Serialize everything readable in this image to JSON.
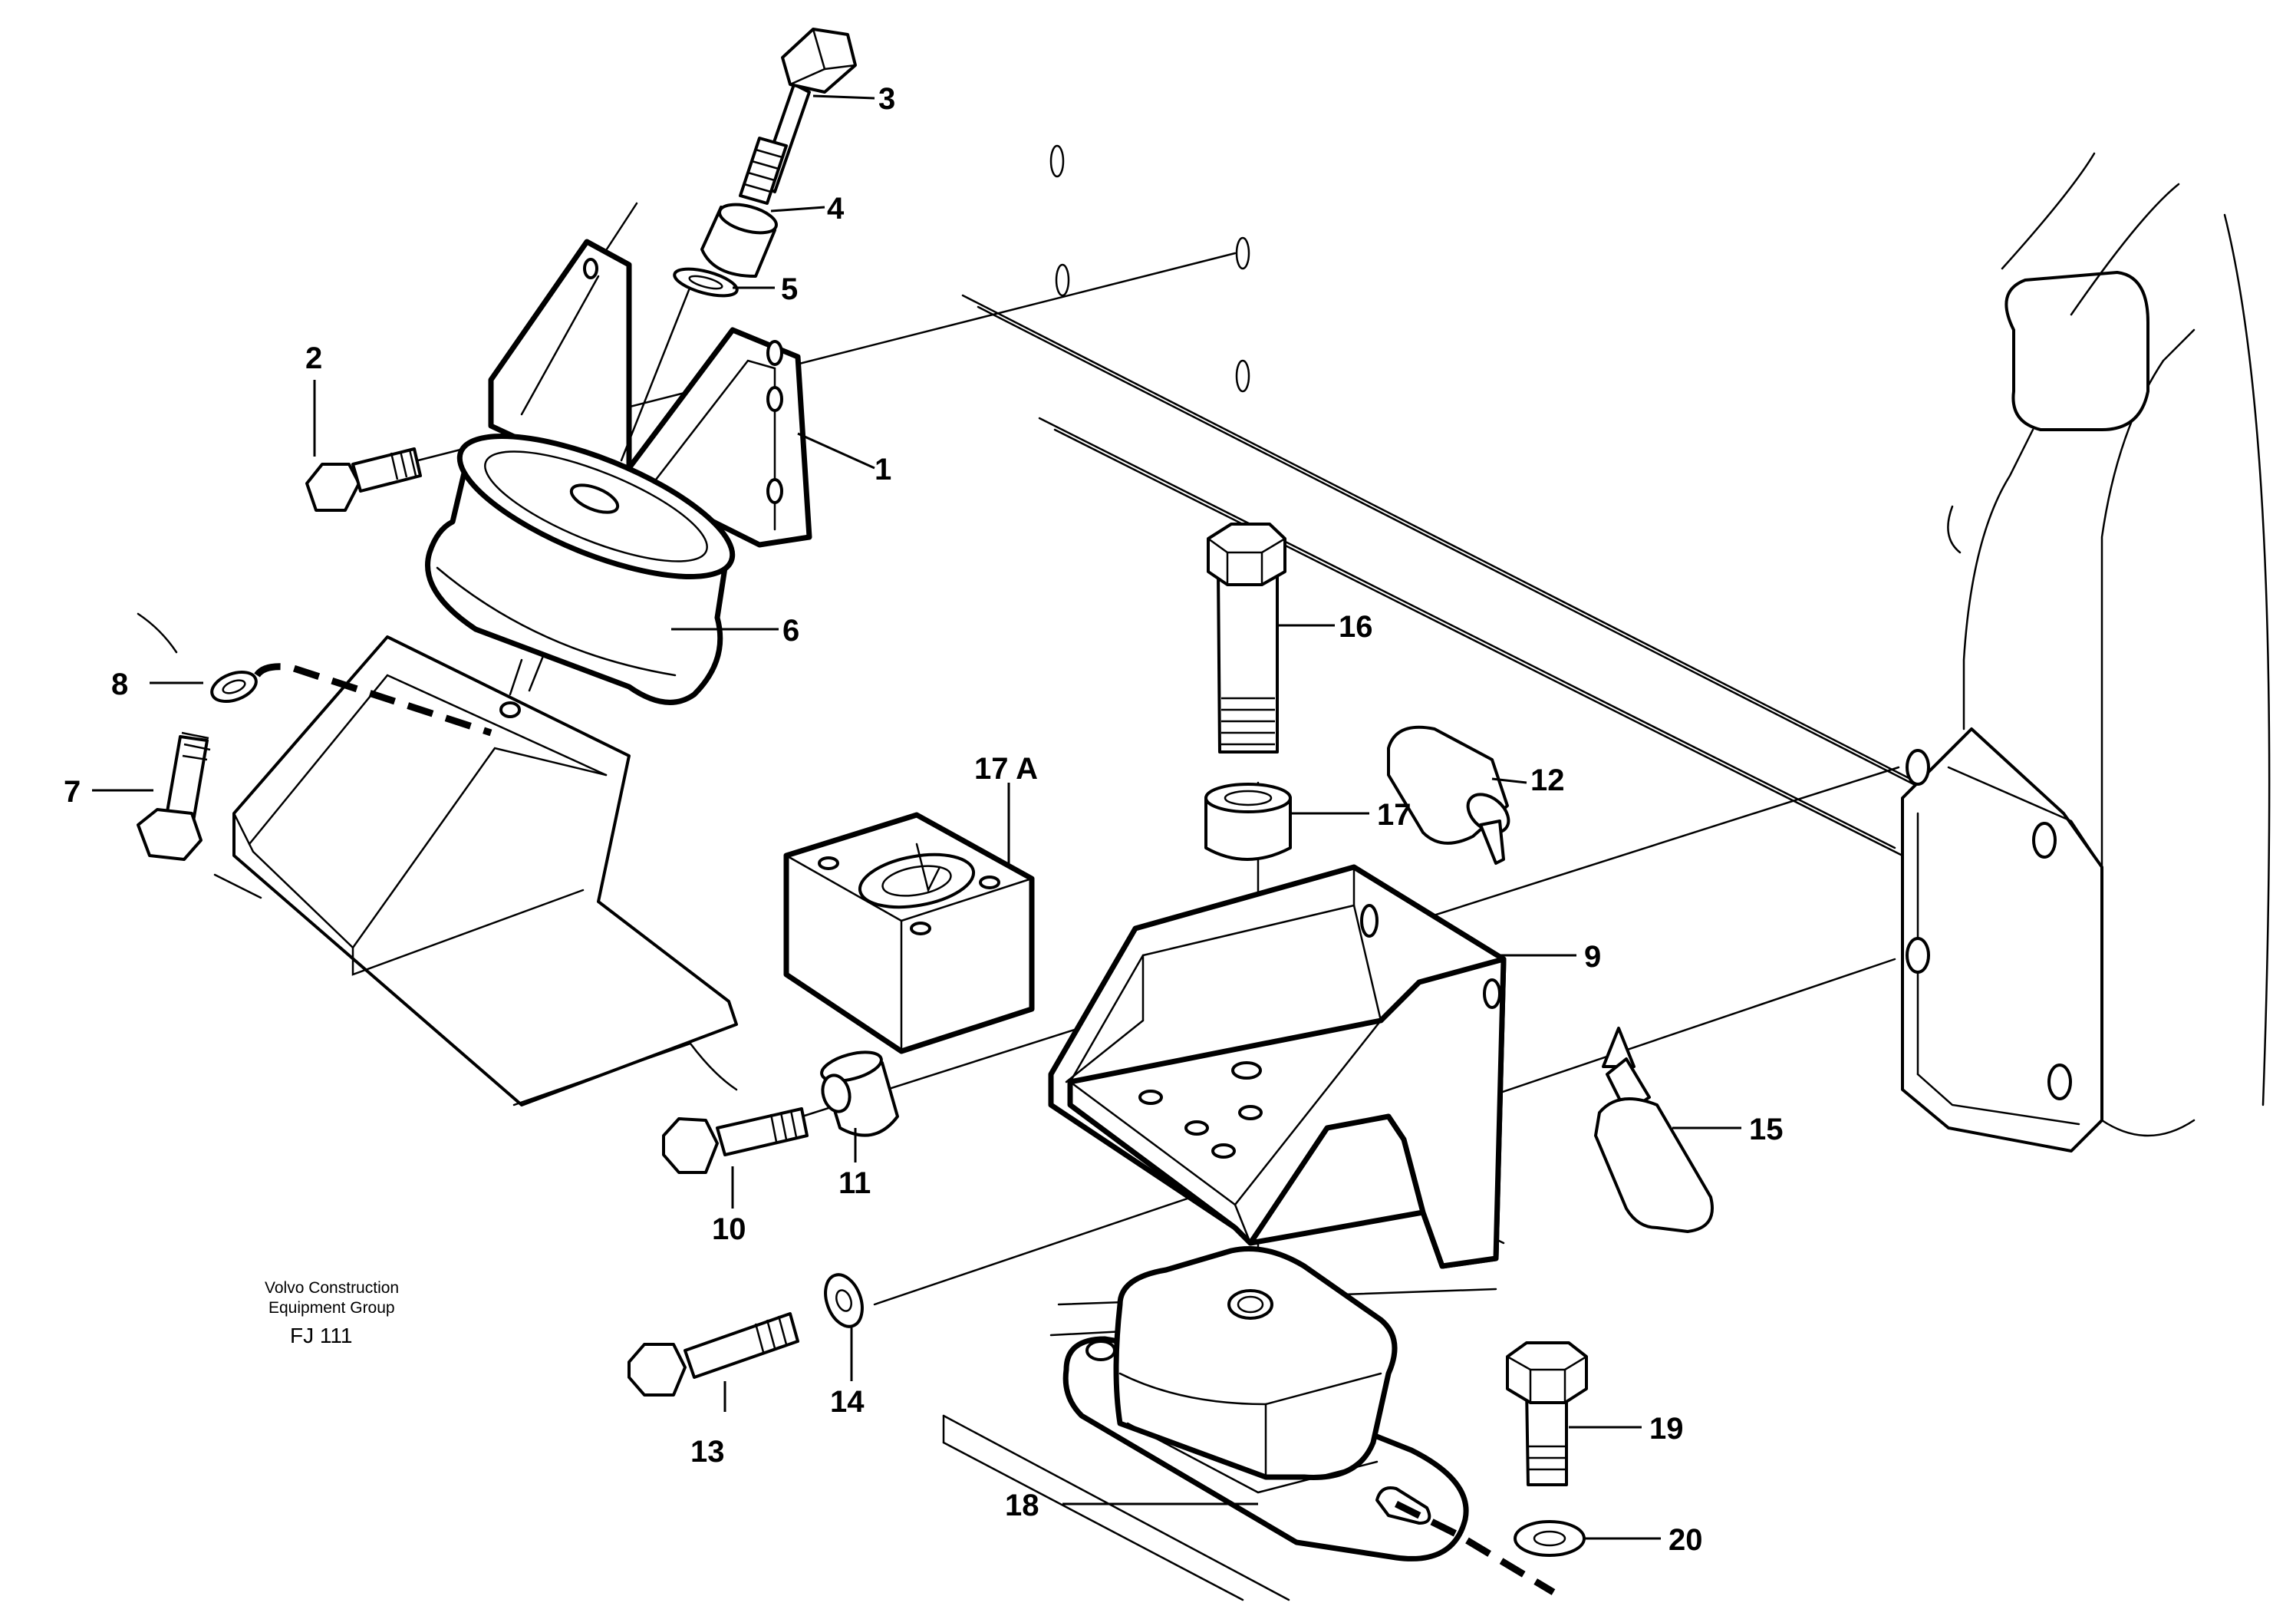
{
  "diagram": {
    "callouts": {
      "c1": "1",
      "c2": "2",
      "c3": "3",
      "c4": "4",
      "c5": "5",
      "c6": "6",
      "c7": "7",
      "c8": "8",
      "c9": "9",
      "c10": "10",
      "c11": "11",
      "c12": "12",
      "c13": "13",
      "c14": "14",
      "c15": "15",
      "c16": "16",
      "c17": "17",
      "c17a": "17 A",
      "c18": "18",
      "c19": "19",
      "c20": "20"
    },
    "caption": {
      "line1": "Volvo Construction",
      "line2": "Equipment Group",
      "code": "FJ 111"
    }
  }
}
